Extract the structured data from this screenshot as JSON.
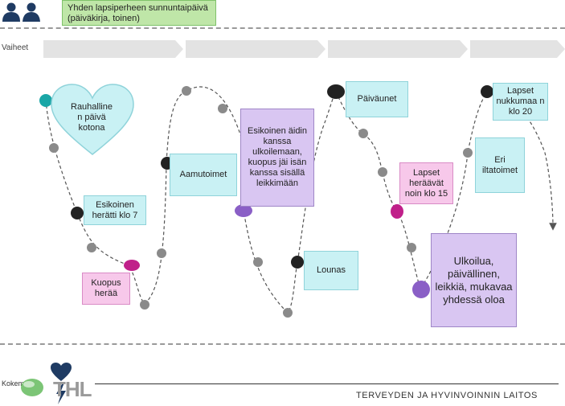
{
  "header": {
    "title": "Yhden lapsiperheen sunnuntaipäivä (päiväkirja, toinen)",
    "icon": "two-persons-icon"
  },
  "phases": {
    "label": "Vaiheet",
    "count": 4
  },
  "boxes": {
    "rauhallinen": "Rauhalline n päivä kotona",
    "heratti": "Esikoinen herätti klo 7",
    "kuopus": "Kuopus herää",
    "aamutoimet": "Aamutoimet",
    "ulkoilemaan": "Esikoinen äidin kanssa ulkoilemaan, kuopus jäi isän kanssa sisällä leikkimään",
    "lounas": "Lounas",
    "paivaunet": "Päiväunet",
    "heraavat": "Lapset heräävät noin klo 15",
    "ulkoilua": "Ulkoilua, päivällinen, leikkiä, mukavaa yhdessä oloa",
    "iltatoimet": "Eri iltatoimet",
    "nukkumaan": "Lapset nukkumaa n klo 20"
  },
  "footer": {
    "kokemus": "Kokemus",
    "thl_logo": "THL",
    "institute": "TERVEYDEN JA HYVINVOINNIN LAITOS"
  },
  "colors": {
    "cyan": "#c9f1f4",
    "pink": "#f7c8ea",
    "violet": "#d9c6f2",
    "title_green": "#bfe6a8",
    "phase_gray": "#e3e3e3",
    "dot_black": "#222222",
    "dot_gray": "#8a8a8a",
    "dot_magenta": "#c0208a",
    "dot_purple": "#8a5fc6",
    "dot_teal": "#1aa6a6",
    "thl_navy": "#1f3b63"
  }
}
